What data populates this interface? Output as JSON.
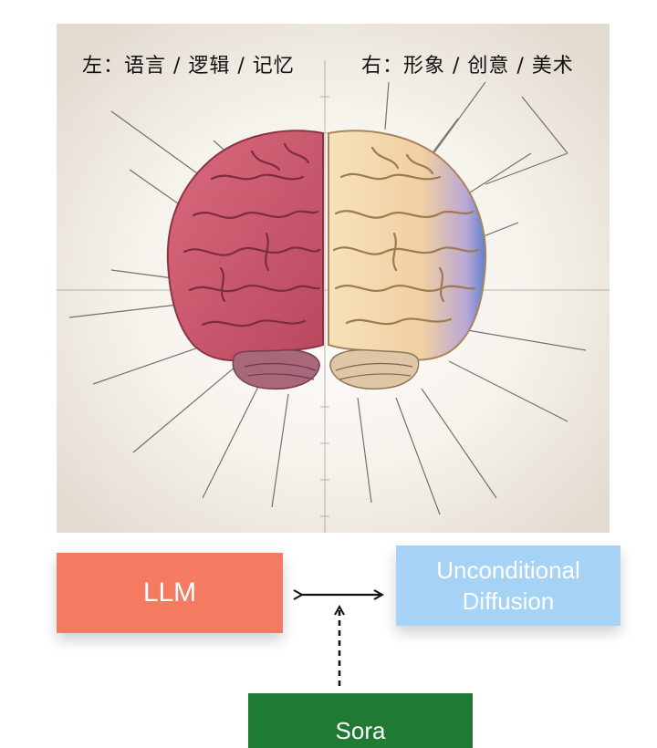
{
  "caption": {
    "left": "左：语言 / 逻辑 / 记忆",
    "right": "右：形象 / 创意 / 美术"
  },
  "boxes": {
    "llm": "LLM",
    "diffusion_line1": "Unconditional",
    "diffusion_line2": "Diffusion",
    "sora": "Sora"
  },
  "colors": {
    "llm": "#f47a62",
    "diffusion": "#a6d3f5",
    "sora": "#1f7a33",
    "brain_left": "#c8536a",
    "brain_right": "#f2d6a6",
    "brain_right_edge": "#6f8fd6"
  }
}
